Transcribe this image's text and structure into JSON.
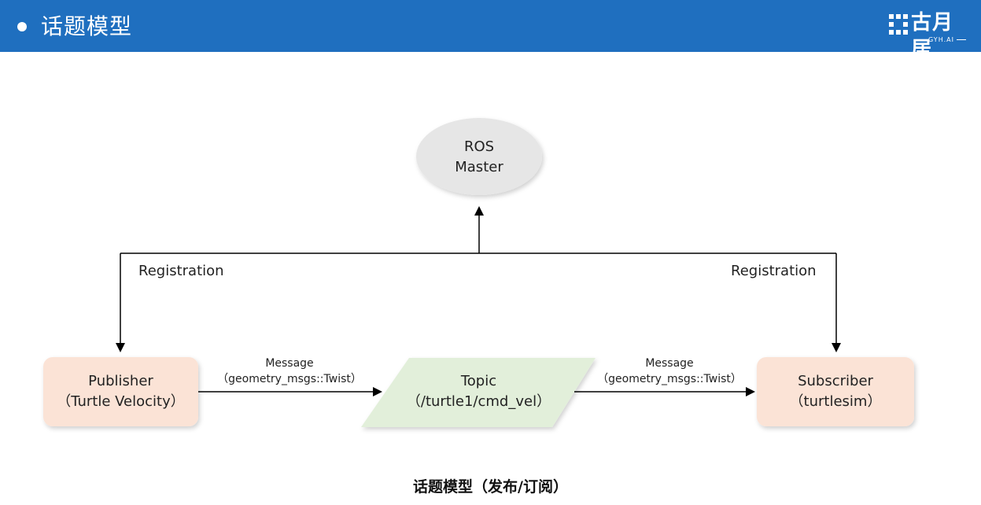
{
  "header": {
    "title": "话题模型",
    "logo_text": "古月居",
    "logo_sub": "GYH.AI"
  },
  "colors": {
    "header_bg": "#1f6fbf",
    "master_fill": "#e6e6e6",
    "node_fill": "#fbe3d6",
    "topic_fill": "#e2efda",
    "line": "#000000"
  },
  "diagram": {
    "master": {
      "line1": "ROS",
      "line2": "Master"
    },
    "publisher": {
      "line1": "Publisher",
      "line2": "（Turtle Velocity）"
    },
    "topic": {
      "line1": "Topic",
      "line2": "（/turtle1/cmd_vel）"
    },
    "subscriber": {
      "line1": "Subscriber",
      "line2": "（turtlesim）"
    },
    "registration_left": "Registration",
    "registration_right": "Registration",
    "message_left": {
      "line1": "Message",
      "line2": "（geometry_msgs::Twist）"
    },
    "message_right": {
      "line1": "Message",
      "line2": "（geometry_msgs::Twist）"
    }
  },
  "caption": "话题模型（发布/订阅）"
}
